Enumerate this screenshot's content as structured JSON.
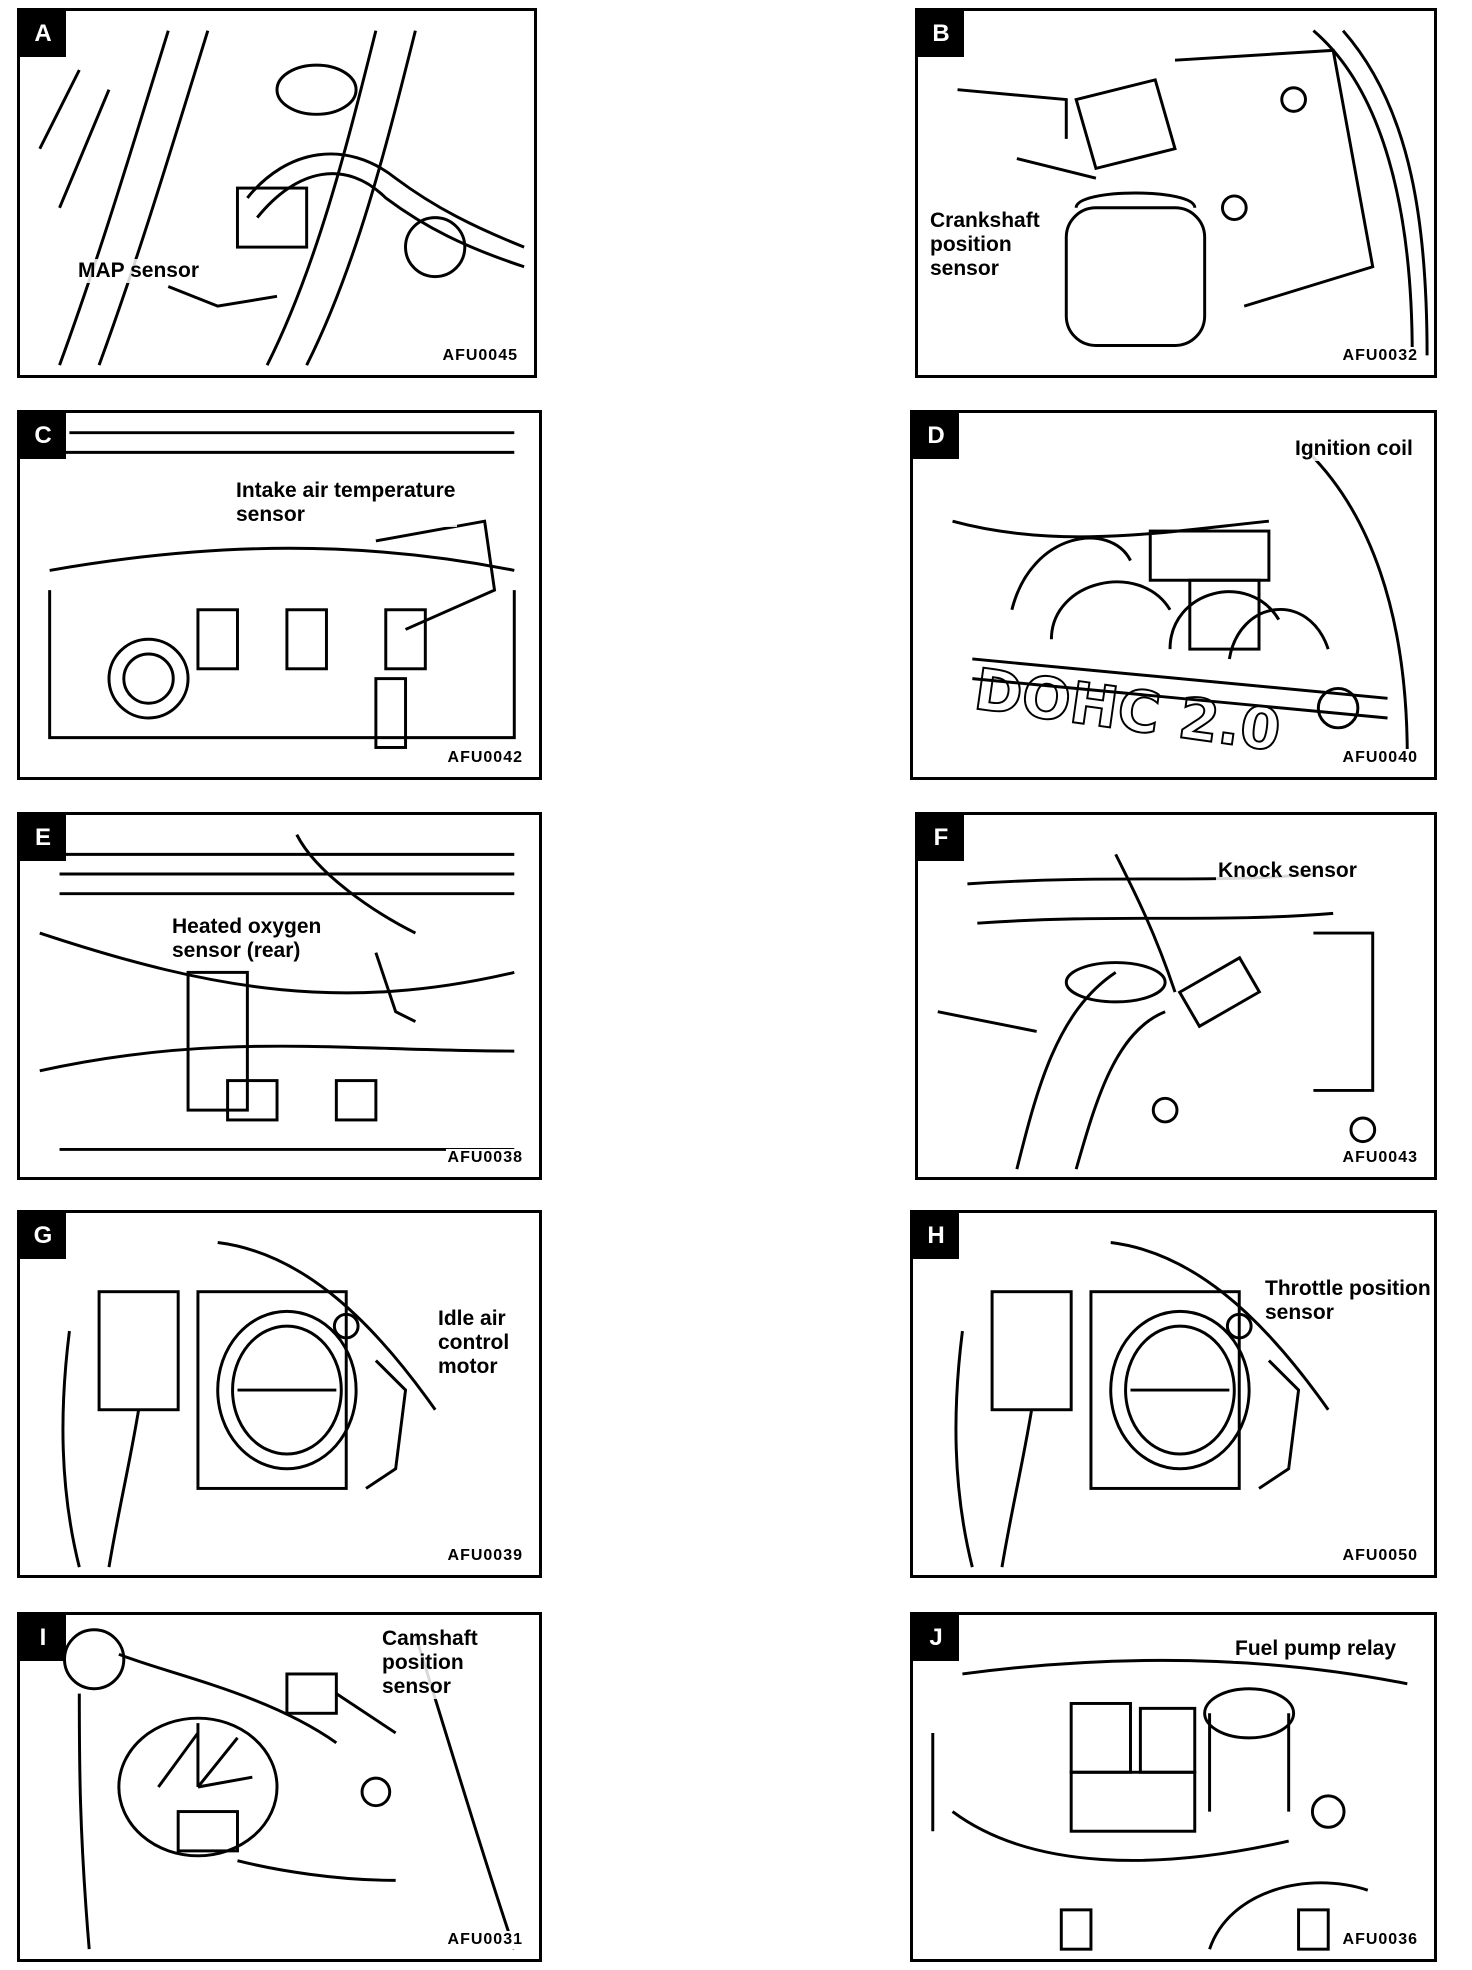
{
  "panels": [
    {
      "letter": "A",
      "label": "MAP sensor",
      "code": "AFU0045"
    },
    {
      "letter": "B",
      "label": "Crankshaft position sensor",
      "label_lines": [
        "Crankshaft",
        "position",
        "sensor"
      ],
      "code": "AFU0032"
    },
    {
      "letter": "C",
      "label": "Intake air temperature sensor",
      "label_lines": [
        "Intake air temperature",
        "sensor"
      ],
      "code": "AFU0042"
    },
    {
      "letter": "D",
      "label": "Ignition coil",
      "code": "AFU0040"
    },
    {
      "letter": "E",
      "label": "Heated oxygen sensor (rear)",
      "label_lines": [
        "Heated oxygen",
        "sensor (rear)"
      ],
      "code": "AFU0038"
    },
    {
      "letter": "F",
      "label": "Knock sensor",
      "code": "AFU0043"
    },
    {
      "letter": "G",
      "label": "Idle air control motor",
      "label_lines": [
        "Idle air",
        "control",
        "motor"
      ],
      "code": "AFU0039"
    },
    {
      "letter": "H",
      "label": "Throttle position sensor",
      "label_lines": [
        "Throttle position",
        "sensor"
      ],
      "code": "AFU0050"
    },
    {
      "letter": "I",
      "label": "Camshaft position sensor",
      "label_lines": [
        "Camshaft",
        "position",
        "sensor"
      ],
      "code": "AFU0031"
    },
    {
      "letter": "J",
      "label": "Fuel pump relay",
      "code": "AFU0036"
    }
  ]
}
